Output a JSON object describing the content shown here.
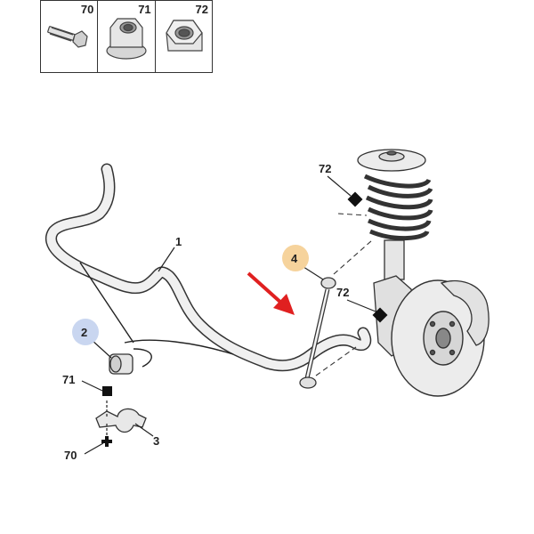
{
  "legend": [
    {
      "num": "70",
      "icon": "bolt-icon"
    },
    {
      "num": "71",
      "icon": "flanged-nut-icon"
    },
    {
      "num": "72",
      "icon": "hex-nut-icon"
    }
  ],
  "callouts": {
    "c1": "1",
    "c2": "2",
    "c3": "3",
    "c4": "4",
    "c70": "70",
    "c71": "71",
    "c72a": "72",
    "c72b": "72"
  },
  "colors": {
    "highlight_blue": "#c9d6f0",
    "highlight_orange": "#f6d39c",
    "arrow_red": "#e02020",
    "line": "#333333",
    "part_fill": "#ececec"
  }
}
